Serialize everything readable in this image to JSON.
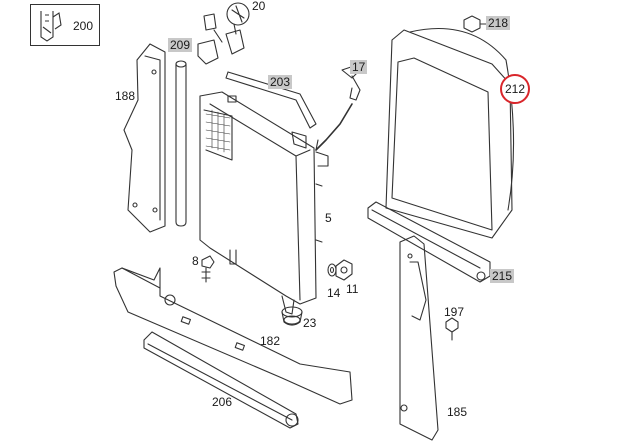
{
  "legend_box": {
    "label": "200",
    "icon": "bracket-clip-icon"
  },
  "callouts": {
    "p20": "20",
    "p209": "209",
    "p203": "203",
    "p17": "17",
    "p188": "188",
    "p218": "218",
    "p212": "212",
    "p5": "5",
    "p8": "8",
    "p14": "14",
    "p11": "11",
    "p23": "23",
    "p182": "182",
    "p215": "215",
    "p197": "197",
    "p206": "206",
    "p185": "185"
  },
  "colors": {
    "highlight": "#c8c8c8",
    "selection_ring": "#d9262b",
    "line": "#333333"
  }
}
